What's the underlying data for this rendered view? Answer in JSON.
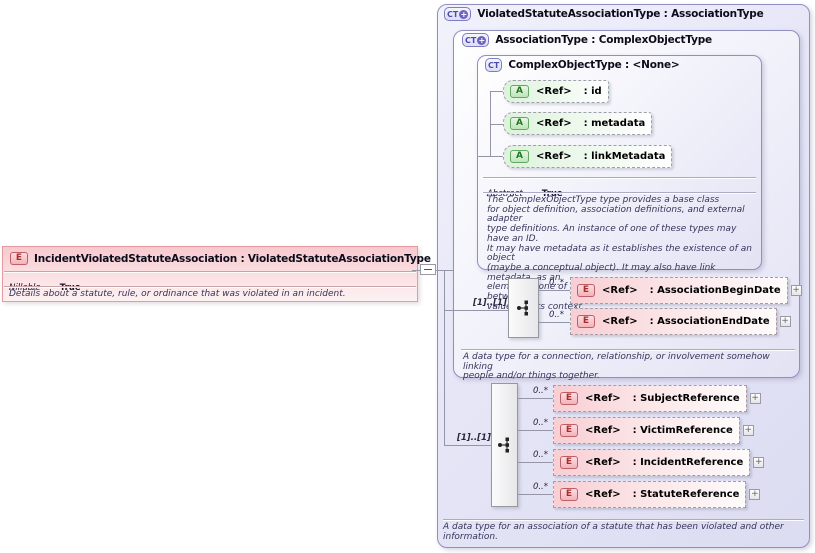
{
  "icons": {
    "element": "E",
    "attribute": "A",
    "complex_type": "CT",
    "plus_badge": "+",
    "expand": "+"
  },
  "element_box": {
    "title": "IncidentViolatedStatuteAssociation : ViolatedStatuteAssociationType",
    "nillable": {
      "label": "Nillable",
      "value": "True"
    },
    "description": "Details about a statute, rule, or ordinance that was violated in an incident."
  },
  "type_box": {
    "title": "ViolatedStatuteAssociationType : AssociationType",
    "description": "A data type for an association of a statute that has been violated and other\ninformation.",
    "sequence": {
      "cardinality": "[1]..[1]",
      "children": [
        {
          "occurs": "0..*",
          "ref": "<Ref>",
          "name": ": SubjectReference"
        },
        {
          "occurs": "0..*",
          "ref": "<Ref>",
          "name": ": VictimReference"
        },
        {
          "occurs": "0..*",
          "ref": "<Ref>",
          "name": ": IncidentReference"
        },
        {
          "occurs": "0..*",
          "ref": "<Ref>",
          "name": ": StatuteReference"
        }
      ]
    },
    "association_type": {
      "title": "AssociationType : ComplexObjectType",
      "description": "A data type for a connection, relationship, or involvement somehow linking\npeople and/or things together.",
      "sequence": {
        "cardinality": "[1]..[1]",
        "children": [
          {
            "occurs": "0..*",
            "ref": "<Ref>",
            "name": ": AssociationBeginDate"
          },
          {
            "occurs": "0..*",
            "ref": "<Ref>",
            "name": ": AssociationEndDate"
          }
        ]
      },
      "complex_object_type": {
        "title": "ComplexObjectType : <None>",
        "attributes": [
          {
            "ref": "<Ref>",
            "name": ": id"
          },
          {
            "ref": "<Ref>",
            "name": ": metadata"
          },
          {
            "ref": "<Ref>",
            "name": ": linkMetadata"
          }
        ],
        "abstract": {
          "label": "Abstract",
          "value": "True"
        },
        "description": "The ComplexObjectType type provides a base class\nfor object definition, association definitions, and external adapter\ntype definitions. An instance of one of these types may have an ID.\nIt may have metadata as it establishes the existence of an object\n(maybe a conceptual object). It may also have link metadata, as an\nelement of one of these types establishes a relationship between its\nvalue and its context."
      }
    }
  }
}
